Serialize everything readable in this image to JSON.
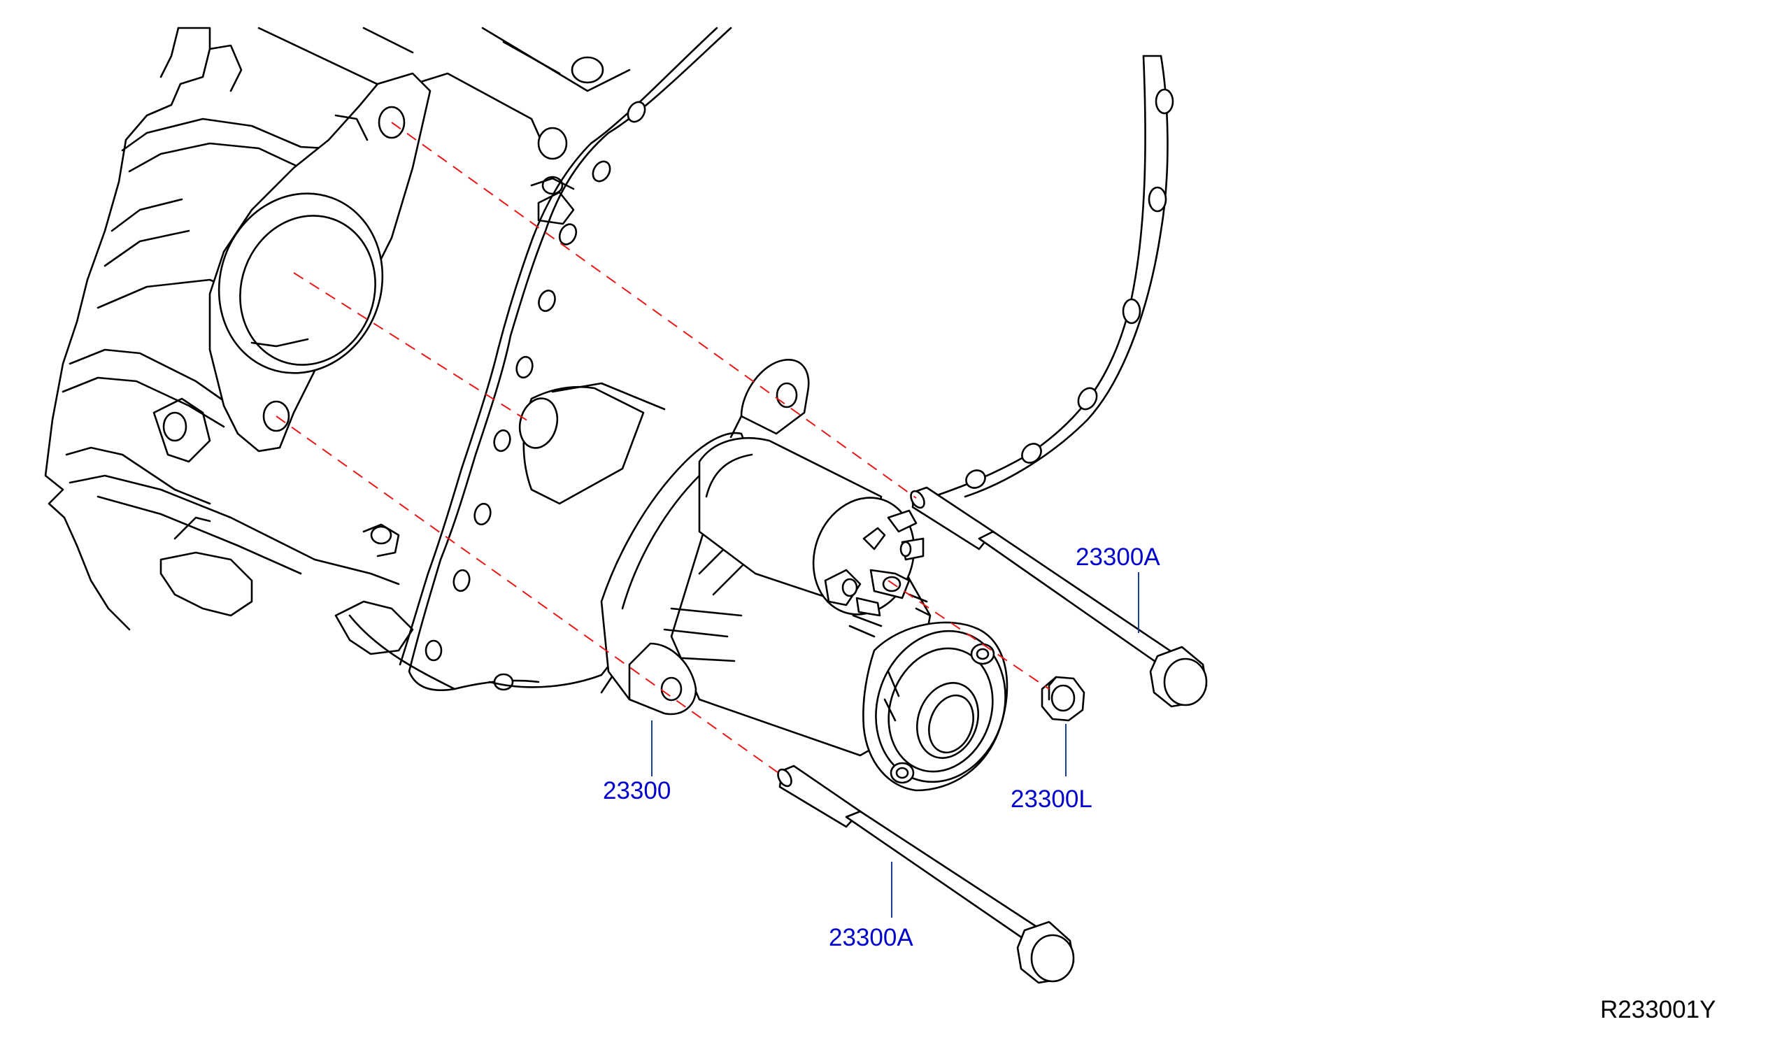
{
  "diagram": {
    "callouts": {
      "bolt_upper": "23300A",
      "starter": "23300",
      "nut": "23300L",
      "bolt_lower": "23300A"
    },
    "reference_code": "R233001Y",
    "colors": {
      "callout_text": "#0000cc",
      "leader_line": "#1b3e9c",
      "alignment_dash": "#e81818",
      "linework": "#000000"
    }
  }
}
